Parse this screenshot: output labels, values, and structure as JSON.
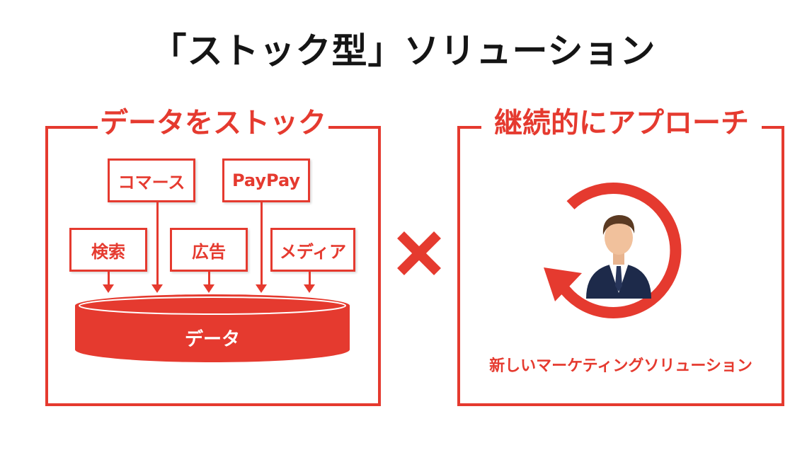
{
  "title": "「ストック型」ソリューション",
  "left_panel": {
    "heading": "データをストック",
    "sources_top": [
      "コマース",
      "PayPay"
    ],
    "sources_bottom": [
      "検索",
      "広告",
      "メディア"
    ],
    "store_label": "データ"
  },
  "operator": "×",
  "right_panel": {
    "heading": "継続的にアプローチ",
    "icon": "person-in-suit-icon",
    "caption": "新しいマーケティングソリューション"
  },
  "colors": {
    "accent": "#e53a2f",
    "title": "#151515",
    "background": "#ffffff"
  }
}
